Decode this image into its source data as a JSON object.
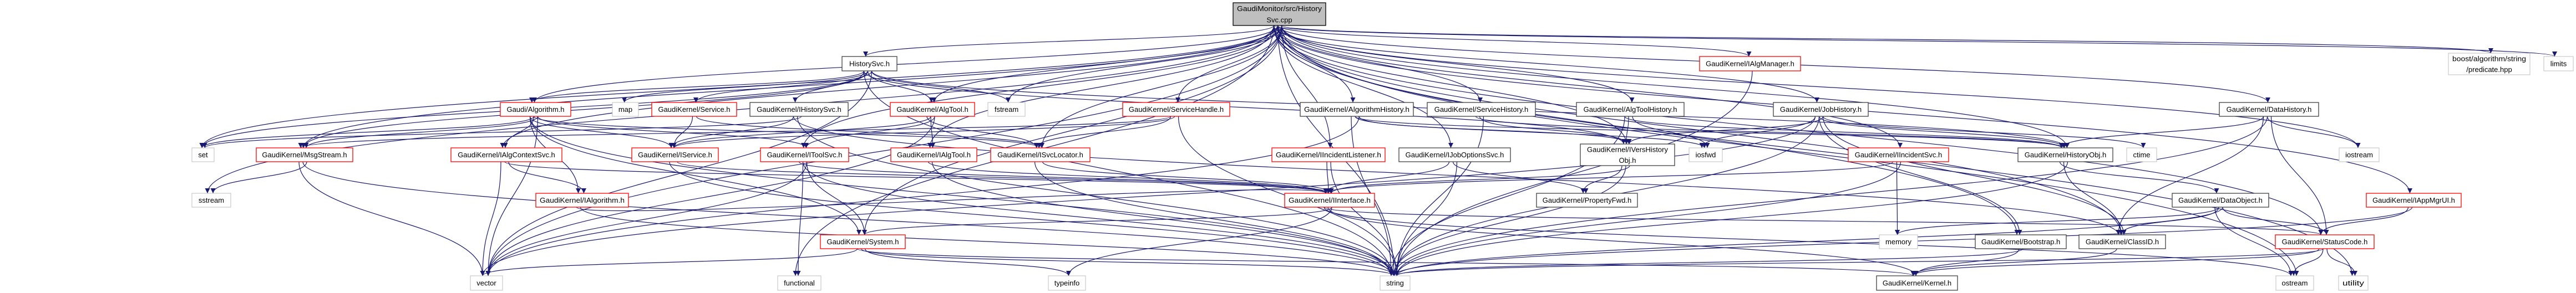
{
  "colors": {
    "edge": "#191970",
    "root_fill": "#bfbfbf",
    "red_border": "#ff0000",
    "black_border": "#404040",
    "gray_border": "#bfbfbf"
  },
  "nodes": [
    {
      "id": "root",
      "lines": [
        "GaudiMonitor/src/History",
        "Svc.cpp"
      ],
      "style": "root"
    },
    {
      "id": "HistorySvc",
      "lines": [
        "HistorySvc.h"
      ],
      "style": "black"
    },
    {
      "id": "IAlgManager",
      "lines": [
        "GaudiKernel/IAlgManager.h"
      ],
      "style": "red"
    },
    {
      "id": "boost",
      "lines": [
        "boost/algorithm/string",
        "/predicate.hpp"
      ],
      "style": "gray"
    },
    {
      "id": "limits",
      "lines": [
        "limits"
      ],
      "style": "gray"
    },
    {
      "id": "Algorithm",
      "lines": [
        "Gaudi/Algorithm.h"
      ],
      "style": "red"
    },
    {
      "id": "map",
      "lines": [
        "map"
      ],
      "style": "gray"
    },
    {
      "id": "Service",
      "lines": [
        "GaudiKernel/Service.h"
      ],
      "style": "red"
    },
    {
      "id": "IHistorySvc",
      "lines": [
        "GaudiKernel/IHistorySvc.h"
      ],
      "style": "black"
    },
    {
      "id": "AlgTool",
      "lines": [
        "GaudiKernel/AlgTool.h"
      ],
      "style": "red"
    },
    {
      "id": "fstream",
      "lines": [
        "fstream"
      ],
      "style": "gray"
    },
    {
      "id": "ServiceHandle",
      "lines": [
        "GaudiKernel/ServiceHandle.h"
      ],
      "style": "red"
    },
    {
      "id": "AlgorithmHistory",
      "lines": [
        "GaudiKernel/AlgorithmHistory.h"
      ],
      "style": "black"
    },
    {
      "id": "ServiceHistory",
      "lines": [
        "GaudiKernel/ServiceHistory.h"
      ],
      "style": "black"
    },
    {
      "id": "AlgToolHistory",
      "lines": [
        "GaudiKernel/AlgToolHistory.h"
      ],
      "style": "black"
    },
    {
      "id": "JobHistory",
      "lines": [
        "GaudiKernel/JobHistory.h"
      ],
      "style": "black"
    },
    {
      "id": "DataHistory",
      "lines": [
        "GaudiKernel/DataHistory.h"
      ],
      "style": "black"
    },
    {
      "id": "set",
      "lines": [
        "set"
      ],
      "style": "gray"
    },
    {
      "id": "MsgStream",
      "lines": [
        "GaudiKernel/MsgStream.h"
      ],
      "style": "red"
    },
    {
      "id": "IAlgContextSvc",
      "lines": [
        "GaudiKernel/IAlgContextSvc.h"
      ],
      "style": "red"
    },
    {
      "id": "IService",
      "lines": [
        "GaudiKernel/IService.h"
      ],
      "style": "red"
    },
    {
      "id": "IToolSvc",
      "lines": [
        "GaudiKernel/IToolSvc.h"
      ],
      "style": "red"
    },
    {
      "id": "IAlgTool",
      "lines": [
        "GaudiKernel/IAlgTool.h"
      ],
      "style": "red"
    },
    {
      "id": "ISvcLocator",
      "lines": [
        "GaudiKernel/ISvcLocator.h"
      ],
      "style": "red"
    },
    {
      "id": "IIncidentListener",
      "lines": [
        "GaudiKernel/IIncidentListener.h"
      ],
      "style": "red"
    },
    {
      "id": "IJobOptionsSvc",
      "lines": [
        "GaudiKernel/IJobOptionsSvc.h"
      ],
      "style": "black"
    },
    {
      "id": "IVersHistoryObj",
      "lines": [
        "GaudiKernel/IVersHistory",
        "Obj.h"
      ],
      "style": "black"
    },
    {
      "id": "iosfwd",
      "lines": [
        "iosfwd"
      ],
      "style": "gray"
    },
    {
      "id": "IIncidentSvc",
      "lines": [
        "GaudiKernel/IIncidentSvc.h"
      ],
      "style": "red"
    },
    {
      "id": "HistoryObj",
      "lines": [
        "GaudiKernel/HistoryObj.h"
      ],
      "style": "black"
    },
    {
      "id": "ctime",
      "lines": [
        "ctime"
      ],
      "style": "gray"
    },
    {
      "id": "iostream",
      "lines": [
        "iostream"
      ],
      "style": "gray"
    },
    {
      "id": "sstream",
      "lines": [
        "sstream"
      ],
      "style": "gray"
    },
    {
      "id": "IAlgorithm",
      "lines": [
        "GaudiKernel/IAlgorithm.h"
      ],
      "style": "red"
    },
    {
      "id": "IInterface",
      "lines": [
        "GaudiKernel/IInterface.h"
      ],
      "style": "red"
    },
    {
      "id": "PropertyFwd",
      "lines": [
        "GaudiKernel/PropertyFwd.h"
      ],
      "style": "black"
    },
    {
      "id": "DataObject",
      "lines": [
        "GaudiKernel/DataObject.h"
      ],
      "style": "black"
    },
    {
      "id": "IAppMgrUI",
      "lines": [
        "GaudiKernel/IAppMgrUI.h"
      ],
      "style": "red"
    },
    {
      "id": "System",
      "lines": [
        "GaudiKernel/System.h"
      ],
      "style": "red"
    },
    {
      "id": "memory",
      "lines": [
        "memory"
      ],
      "style": "gray"
    },
    {
      "id": "Bootstrap",
      "lines": [
        "GaudiKernel/Bootstrap.h"
      ],
      "style": "black"
    },
    {
      "id": "ClassID",
      "lines": [
        "GaudiKernel/ClassID.h"
      ],
      "style": "black"
    },
    {
      "id": "StatusCode",
      "lines": [
        "GaudiKernel/StatusCode.h"
      ],
      "style": "red"
    },
    {
      "id": "vector",
      "lines": [
        "vector"
      ],
      "style": "gray"
    },
    {
      "id": "functional",
      "lines": [
        "functional"
      ],
      "style": "gray"
    },
    {
      "id": "typeinfo",
      "lines": [
        "typeinfo"
      ],
      "style": "gray"
    },
    {
      "id": "string",
      "lines": [
        "string"
      ],
      "style": "gray"
    },
    {
      "id": "Kernel",
      "lines": [
        "GaudiKernel/Kernel.h"
      ],
      "style": "black"
    },
    {
      "id": "ostream",
      "lines": [
        "ostream"
      ],
      "style": "gray"
    },
    {
      "id": "utility",
      "lines": [
        "utility"
      ],
      "style": "gray"
    }
  ],
  "edges": [
    [
      "root",
      "HistorySvc"
    ],
    [
      "root",
      "IAlgManager"
    ],
    [
      "root",
      "boost"
    ],
    [
      "root",
      "limits"
    ],
    [
      "root",
      "Algorithm"
    ],
    [
      "root",
      "ServiceHandle"
    ],
    [
      "root",
      "AlgorithmHistory"
    ],
    [
      "root",
      "ServiceHistory"
    ],
    [
      "root",
      "AlgToolHistory"
    ],
    [
      "root",
      "JobHistory"
    ],
    [
      "root",
      "DataHistory"
    ],
    [
      "root",
      "IIncidentSvc"
    ],
    [
      "root",
      "IAppMgrUI"
    ],
    [
      "root",
      "iostream"
    ],
    [
      "root",
      "fstream"
    ],
    [
      "root",
      "sstream"
    ],
    [
      "root",
      "set"
    ],
    [
      "root",
      "vector"
    ],
    [
      "root",
      "functional"
    ],
    [
      "root",
      "string"
    ],
    [
      "root",
      "ISvcLocator"
    ],
    [
      "root",
      "IAlgContextSvc"
    ],
    [
      "root",
      "MsgStream"
    ],
    [
      "root",
      "System"
    ],
    [
      "root",
      "Bootstrap"
    ],
    [
      "root",
      "IToolSvc"
    ],
    [
      "root",
      "AlgTool"
    ],
    [
      "root",
      "IAlgTool"
    ],
    [
      "root",
      "ClassID"
    ],
    [
      "root",
      "IIncidentListener"
    ],
    [
      "root",
      "IJobOptionsSvc"
    ],
    [
      "root",
      "IVersHistoryObj"
    ],
    [
      "root",
      "HistoryObj"
    ],
    [
      "root",
      "StatusCode"
    ],
    [
      "root",
      "utility"
    ],
    [
      "root",
      "ostream"
    ],
    [
      "HistorySvc",
      "Algorithm"
    ],
    [
      "HistorySvc",
      "map"
    ],
    [
      "HistorySvc",
      "Service"
    ],
    [
      "HistorySvc",
      "IHistorySvc"
    ],
    [
      "HistorySvc",
      "AlgTool"
    ],
    [
      "HistorySvc",
      "fstream"
    ],
    [
      "HistorySvc",
      "string"
    ],
    [
      "HistorySvc",
      "set"
    ],
    [
      "HistorySvc",
      "vector"
    ],
    [
      "HistorySvc",
      "IVersHistoryObj"
    ],
    [
      "HistorySvc",
      "MsgStream"
    ],
    [
      "HistorySvc",
      "HistoryObj"
    ],
    [
      "Algorithm",
      "IAlgorithm"
    ],
    [
      "Algorithm",
      "IAlgContextSvc"
    ],
    [
      "Algorithm",
      "MsgStream"
    ],
    [
      "Algorithm",
      "IService"
    ],
    [
      "Algorithm",
      "ISvcLocator"
    ],
    [
      "Algorithm",
      "IToolSvc"
    ],
    [
      "Algorithm",
      "System"
    ],
    [
      "Algorithm",
      "set"
    ],
    [
      "Algorithm",
      "vector"
    ],
    [
      "Algorithm",
      "string"
    ],
    [
      "Service",
      "IService"
    ],
    [
      "Service",
      "ISvcLocator"
    ],
    [
      "IHistorySvc",
      "IService"
    ],
    [
      "IHistorySvc",
      "string"
    ],
    [
      "IHistorySvc",
      "set"
    ],
    [
      "IHistorySvc",
      "ClassID"
    ],
    [
      "AlgTool",
      "IAlgTool"
    ],
    [
      "AlgTool",
      "IToolSvc"
    ],
    [
      "AlgTool",
      "ISvcLocator"
    ],
    [
      "AlgTool",
      "IService"
    ],
    [
      "AlgTool",
      "vector"
    ],
    [
      "ServiceHandle",
      "ISvcLocator"
    ],
    [
      "ServiceHandle",
      "IService"
    ],
    [
      "ServiceHandle",
      "string"
    ],
    [
      "ServiceHandle",
      "MsgStream"
    ],
    [
      "AlgorithmHistory",
      "HistoryObj"
    ],
    [
      "AlgorithmHistory",
      "IVersHistoryObj"
    ],
    [
      "AlgorithmHistory",
      "string"
    ],
    [
      "AlgorithmHistory",
      "iosfwd"
    ],
    [
      "AlgorithmHistory",
      "vector"
    ],
    [
      "ServiceHistory",
      "HistoryObj"
    ],
    [
      "ServiceHistory",
      "IVersHistoryObj"
    ],
    [
      "ServiceHistory",
      "string"
    ],
    [
      "AlgToolHistory",
      "HistoryObj"
    ],
    [
      "AlgToolHistory",
      "IVersHistoryObj"
    ],
    [
      "AlgToolHistory",
      "iosfwd"
    ],
    [
      "AlgToolHistory",
      "string"
    ],
    [
      "JobHistory",
      "HistoryObj"
    ],
    [
      "JobHistory",
      "IVersHistoryObj"
    ],
    [
      "JobHistory",
      "iosfwd"
    ],
    [
      "JobHistory",
      "string"
    ],
    [
      "JobHistory",
      "ctime"
    ],
    [
      "JobHistory",
      "vector"
    ],
    [
      "JobHistory",
      "Bootstrap"
    ],
    [
      "JobHistory",
      "ClassID"
    ],
    [
      "DataHistory",
      "HistoryObj"
    ],
    [
      "DataHistory",
      "iostream"
    ],
    [
      "DataHistory",
      "StatusCode"
    ],
    [
      "DataHistory",
      "ClassID"
    ],
    [
      "DataHistory",
      "string"
    ],
    [
      "MsgStream",
      "sstream"
    ],
    [
      "MsgStream",
      "vector"
    ],
    [
      "MsgStream",
      "string"
    ],
    [
      "IAlgContextSvc",
      "IAlgorithm"
    ],
    [
      "IAlgContextSvc",
      "vector"
    ],
    [
      "IAlgContextSvc",
      "IInterface"
    ],
    [
      "IService",
      "IInterface"
    ],
    [
      "IService",
      "string"
    ],
    [
      "IToolSvc",
      "functional"
    ],
    [
      "IToolSvc",
      "System"
    ],
    [
      "IToolSvc",
      "IInterface"
    ],
    [
      "IToolSvc",
      "string"
    ],
    [
      "IToolSvc",
      "vector"
    ],
    [
      "IAlgTool",
      "IInterface"
    ],
    [
      "IAlgTool",
      "string"
    ],
    [
      "ISvcLocator",
      "IInterface"
    ],
    [
      "ISvcLocator",
      "string"
    ],
    [
      "IIncidentListener",
      "IInterface"
    ],
    [
      "IIncidentListener",
      "string"
    ],
    [
      "IJobOptionsSvc",
      "IInterface"
    ],
    [
      "IJobOptionsSvc",
      "PropertyFwd"
    ],
    [
      "IJobOptionsSvc",
      "string"
    ],
    [
      "IVersHistoryObj",
      "PropertyFwd"
    ],
    [
      "IVersHistoryObj",
      "string"
    ],
    [
      "IVersHistoryObj",
      "IInterface"
    ],
    [
      "IIncidentSvc",
      "IInterface"
    ],
    [
      "IIncidentSvc",
      "memory"
    ],
    [
      "IIncidentSvc",
      "string"
    ],
    [
      "HistoryObj",
      "DataObject"
    ],
    [
      "HistoryObj",
      "ClassID"
    ],
    [
      "HistoryObj",
      "string"
    ],
    [
      "IAlgorithm",
      "IInterface"
    ],
    [
      "IAlgorithm",
      "string"
    ],
    [
      "IInterface",
      "System"
    ],
    [
      "IInterface",
      "StatusCode"
    ],
    [
      "IInterface",
      "Kernel"
    ],
    [
      "IInterface",
      "typeinfo"
    ],
    [
      "IInterface",
      "ostream"
    ],
    [
      "DataObject",
      "ClassID"
    ],
    [
      "DataObject",
      "StatusCode"
    ],
    [
      "DataObject",
      "ostream"
    ],
    [
      "DataObject",
      "memory"
    ],
    [
      "DataObject",
      "string"
    ],
    [
      "IAppMgrUI",
      "StatusCode"
    ],
    [
      "IAppMgrUI",
      "string"
    ],
    [
      "IAlgManager",
      "string"
    ],
    [
      "System",
      "vector"
    ],
    [
      "System",
      "string"
    ],
    [
      "System",
      "typeinfo"
    ],
    [
      "System",
      "Kernel"
    ],
    [
      "Bootstrap",
      "Kernel"
    ],
    [
      "Bootstrap",
      "string"
    ],
    [
      "ClassID",
      "Kernel"
    ],
    [
      "StatusCode",
      "ostream"
    ],
    [
      "StatusCode",
      "utility"
    ],
    [
      "StatusCode",
      "Kernel"
    ],
    [
      "StatusCode",
      "string"
    ]
  ]
}
